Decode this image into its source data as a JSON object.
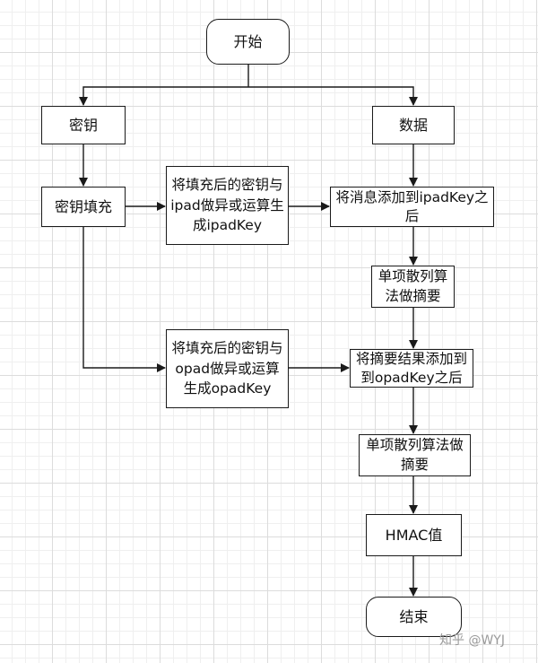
{
  "nodes": {
    "start": "开始",
    "key": "密钥",
    "data": "数据",
    "key_pad": "密钥填充",
    "xor_ipad": "将填充后的密钥与\nipad做异或运算生\n成ipadKey",
    "append_msg": "将消息添加到ipadKey之\n后",
    "hash1": "单项散列算\n法做摘要",
    "xor_opad": "将填充后的密钥与\nopad做异或运算\n生成opadKey",
    "append_digest": "将摘要结果添加到\n到opadKey之后",
    "hash2": "单项散列算法做\n摘要",
    "hmac": "HMAC值",
    "end": "结束"
  },
  "watermark": "知乎 @WYJ",
  "colors": {
    "stroke": "#1a1a1a",
    "grid": "#dcdcdc"
  }
}
